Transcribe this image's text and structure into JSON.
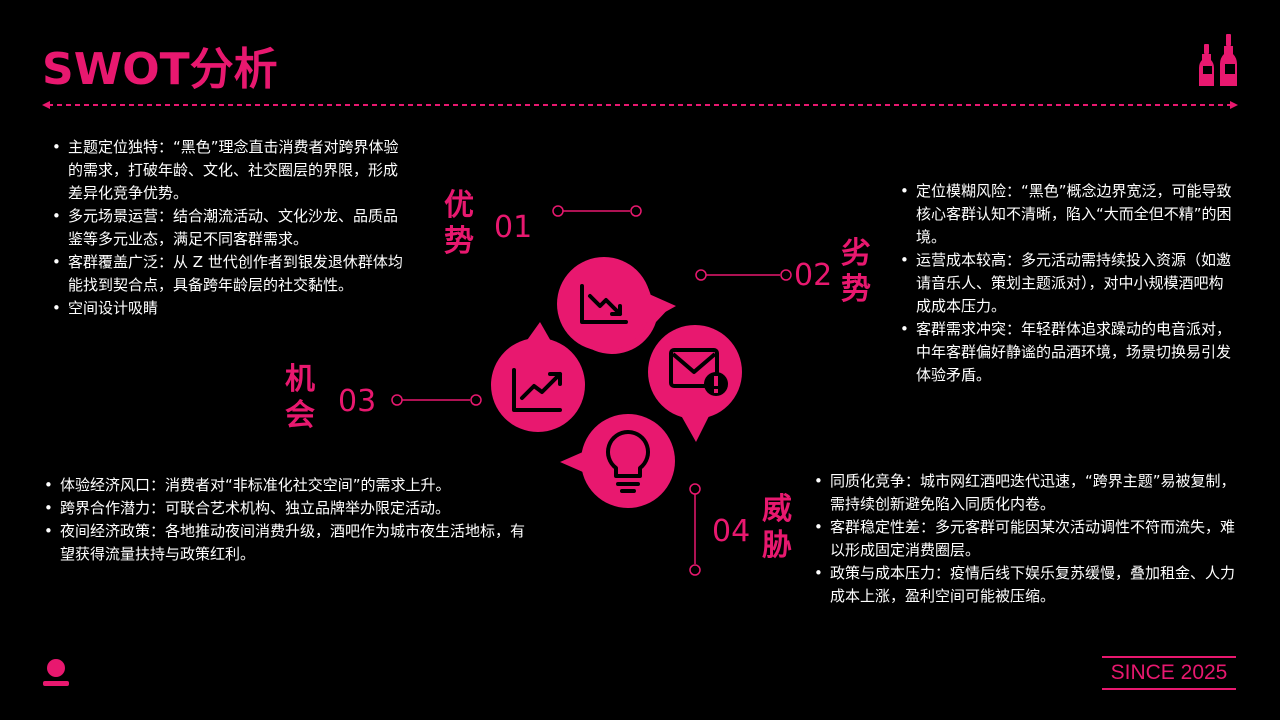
{
  "title": "SWOT分析",
  "colors": {
    "accent": "#e8186f",
    "background": "#000000",
    "text": "#ffffff"
  },
  "strengths": {
    "label": [
      "优",
      "势"
    ],
    "number": "01",
    "icon": "chart-down-icon",
    "items": [
      "主题定位独特：“黑色”理念直击消费者对跨界体验的需求，打破年龄、文化、社交圈层的界限，形成差异化竞争优势。",
      "多元场景运营：结合潮流活动、文化沙龙、品质品鉴等多元业态，满足不同客群需求。",
      "客群覆盖广泛：从 Z 世代创作者到银发退休群体均能找到契合点，具备跨年龄层的社交黏性。",
      "空间设计吸睛"
    ]
  },
  "weaknesses": {
    "label": [
      "劣",
      "势"
    ],
    "number": "02",
    "icon": "mail-alert-icon",
    "items": [
      "定位模糊风险：“黑色”概念边界宽泛，可能导致核心客群认知不清晰，陷入“大而全但不精”的困境。",
      "运营成本较高：多元活动需持续投入资源（如邀请音乐人、策划主题派对），对中小规模酒吧构成成本压力。",
      "客群需求冲突：年轻群体追求躁动的电音派对，中年客群偏好静谧的品酒环境，场景切换易引发体验矛盾。"
    ]
  },
  "opportunities": {
    "label": [
      "机",
      "会"
    ],
    "number": "03",
    "icon": "chart-up-icon",
    "items": [
      "体验经济风口：消费者对“非标准化社交空间”的需求上升。",
      "跨界合作潜力：可联合艺术机构、独立品牌举办限定活动。",
      "夜间经济政策：各地推动夜间消费升级，酒吧作为城市夜生活地标，有望获得流量扶持与政策红利。"
    ]
  },
  "threats": {
    "label": [
      "威",
      "胁"
    ],
    "number": "04",
    "icon": "lightbulb-icon",
    "items": [
      "同质化竞争：城市网红酒吧迭代迅速，“跨界主题”易被复制，需持续创新避免陷入同质化内卷。",
      "客群稳定性差：多元客群可能因某次活动调性不符而流失，难以形成固定消费圈层。",
      "政策与成本压力：疫情后线下娱乐复苏缓慢，叠加租金、人力成本上涨，盈利空间可能被压缩。"
    ]
  },
  "footer": {
    "since": "SINCE 2025",
    "logo_icon": "bottle-icon",
    "badge_icon": "dot-badge-icon"
  }
}
